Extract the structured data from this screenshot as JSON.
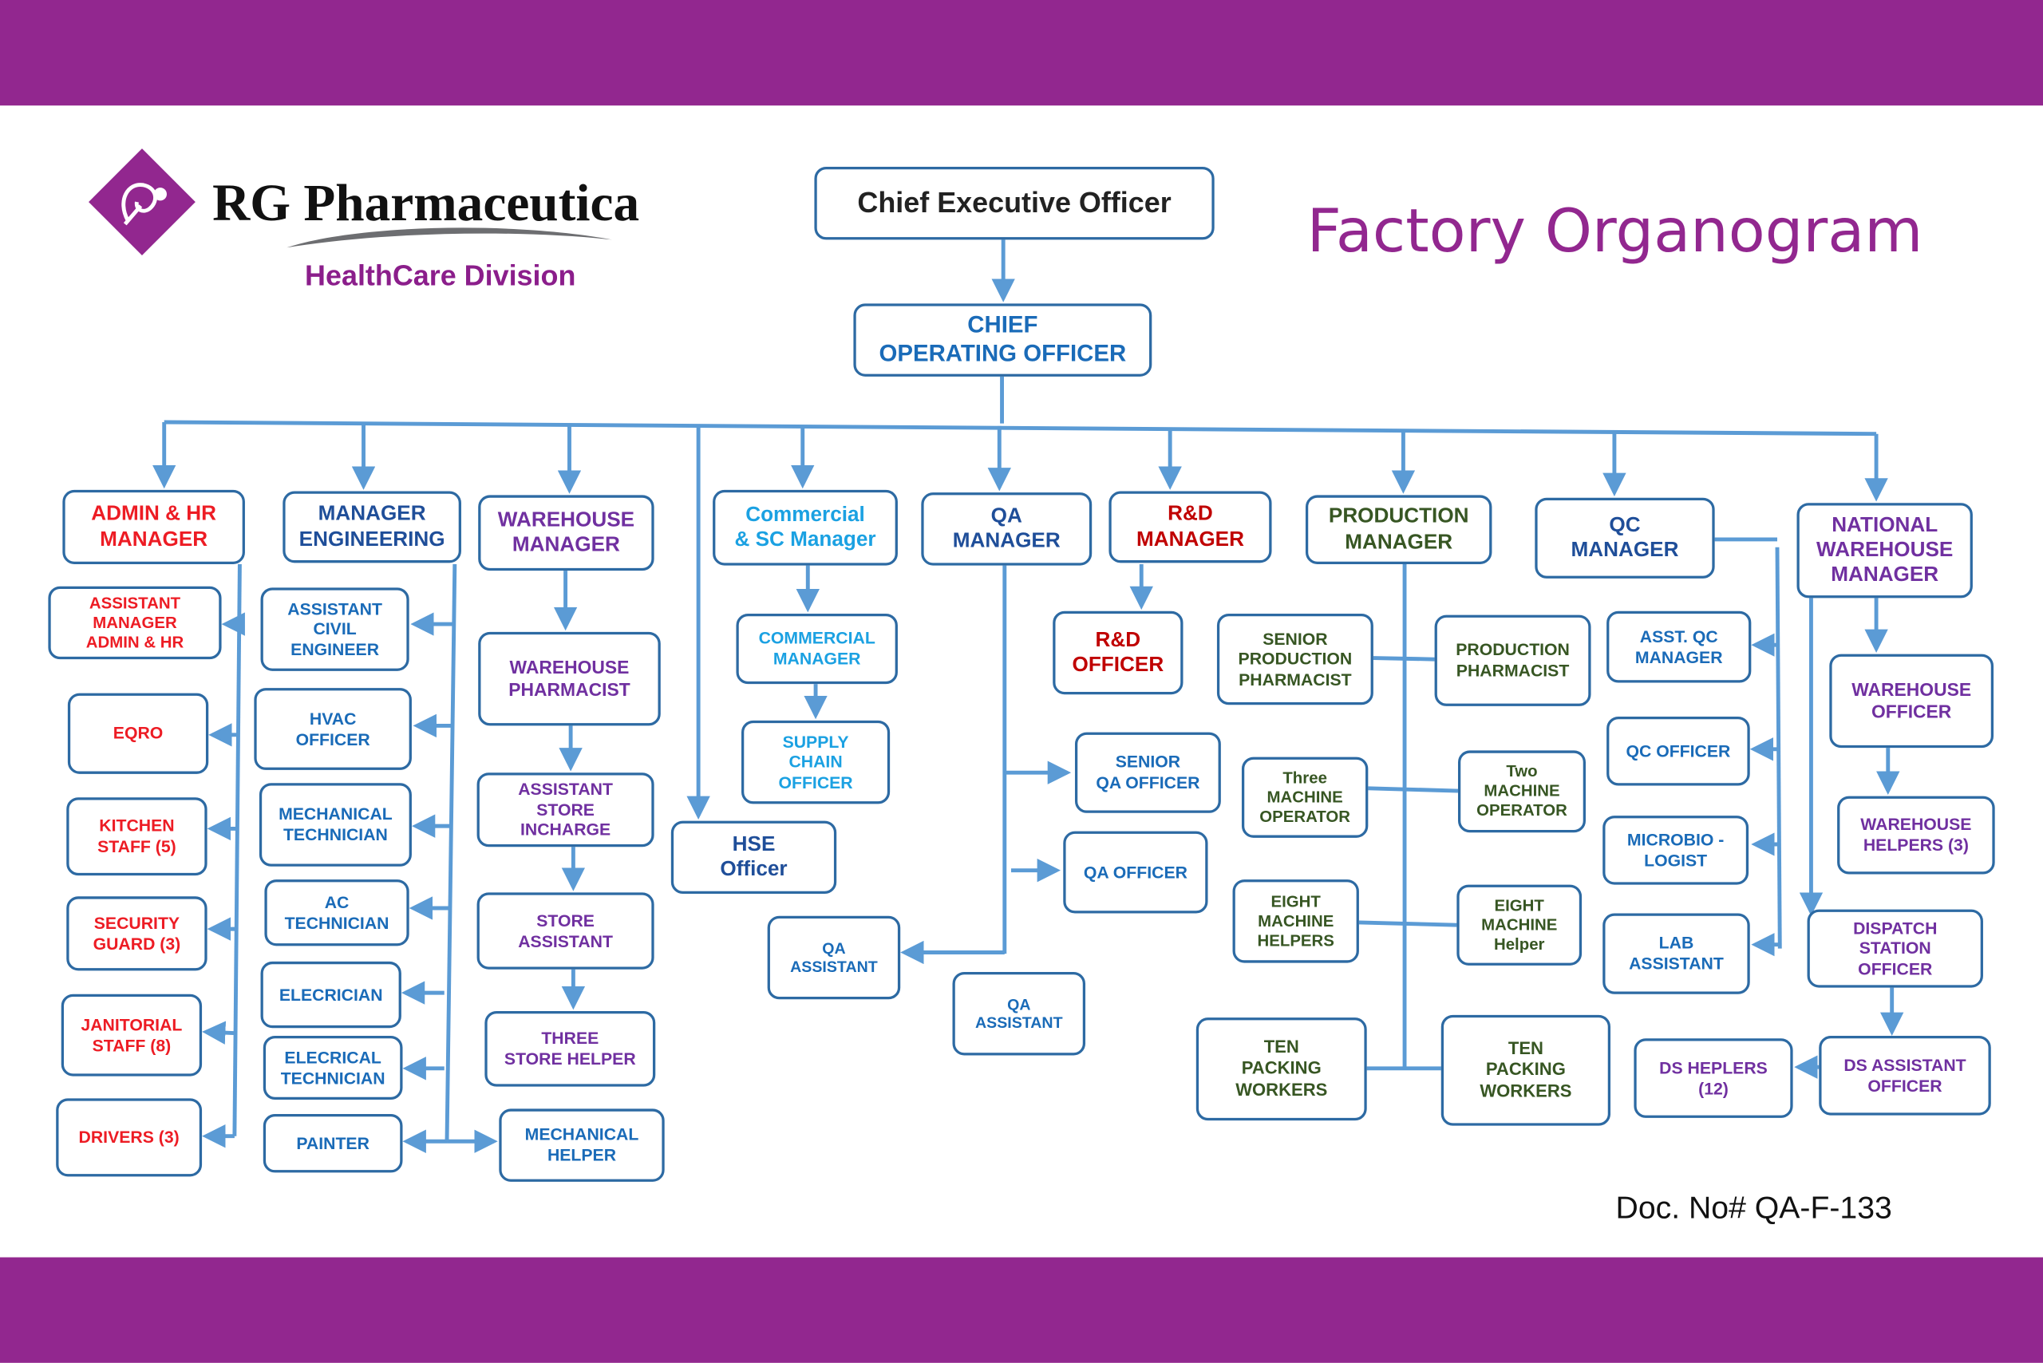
{
  "header": {
    "company_name": "RG Pharmaceutica",
    "division": "HealthCare Division",
    "title": "Factory Organogram",
    "logo_icon": "purple-diamond-flower-logo"
  },
  "footer": {
    "doc_no": "Doc. No# QA-F-133"
  },
  "colors": {
    "band": "#92278f",
    "box_border": "#2d6aa3",
    "connector": "#5b9bd5",
    "red": "#ed1c24",
    "dark_red": "#c00000",
    "navy": "#1f4e99",
    "blue": "#1a6bb8",
    "purple": "#7030a0",
    "green": "#375623",
    "cyan": "#1ba1e2",
    "black": "#222222"
  },
  "boxes": [
    {
      "id": "ceo",
      "lines": [
        "Chief Executive Officer"
      ],
      "color": "black"
    },
    {
      "id": "coo",
      "lines": [
        "CHIEF",
        "OPERATING OFFICER"
      ],
      "color": "blue"
    },
    {
      "id": "admin-hr-manager",
      "lines": [
        "ADMIN & HR",
        "MANAGER"
      ],
      "color": "red"
    },
    {
      "id": "manager-engineering",
      "lines": [
        "MANAGER",
        "ENGINEERING"
      ],
      "color": "navy"
    },
    {
      "id": "warehouse-manager",
      "lines": [
        "WAREHOUSE",
        "MANAGER"
      ],
      "color": "purple"
    },
    {
      "id": "commercial-sc-manager",
      "lines": [
        "Commercial",
        "& SC Manager"
      ],
      "color": "cyan"
    },
    {
      "id": "qa-manager",
      "lines": [
        "QA",
        "MANAGER"
      ],
      "color": "navy"
    },
    {
      "id": "rd-manager",
      "lines": [
        "R&D",
        "MANAGER"
      ],
      "color": "dark_red"
    },
    {
      "id": "production-manager",
      "lines": [
        "PRODUCTION",
        "MANAGER"
      ],
      "color": "green"
    },
    {
      "id": "qc-manager",
      "lines": [
        "QC",
        "MANAGER"
      ],
      "color": "navy"
    },
    {
      "id": "national-warehouse-manager",
      "lines": [
        "NATIONAL",
        "WAREHOUSE",
        "MANAGER"
      ],
      "color": "purple"
    },
    {
      "id": "assistant-manager-admin-hr",
      "lines": [
        "ASSISTANT",
        "MANAGER",
        "ADMIN  & HR"
      ],
      "color": "red"
    },
    {
      "id": "eqro",
      "lines": [
        "EQRO"
      ],
      "color": "red"
    },
    {
      "id": "kitchen-staff",
      "lines": [
        "KITCHEN",
        "STAFF (5)"
      ],
      "color": "red"
    },
    {
      "id": "security-guard",
      "lines": [
        "SECURITY",
        "GUARD (3)"
      ],
      "color": "red"
    },
    {
      "id": "janitorial-staff",
      "lines": [
        "JANITORIAL",
        "STAFF (8)"
      ],
      "color": "red"
    },
    {
      "id": "drivers",
      "lines": [
        "DRIVERS (3)"
      ],
      "color": "red"
    },
    {
      "id": "assistant-civil-engineer",
      "lines": [
        "ASSISTANT",
        "CIVIL",
        "ENGINEER"
      ],
      "color": "blue"
    },
    {
      "id": "hvac-officer",
      "lines": [
        "HVAC",
        "OFFICER"
      ],
      "color": "blue"
    },
    {
      "id": "mechanical-technician",
      "lines": [
        "MECHANICAL",
        "TECHNICIAN"
      ],
      "color": "blue"
    },
    {
      "id": "ac-technician",
      "lines": [
        "AC",
        "TECHNICIAN"
      ],
      "color": "blue"
    },
    {
      "id": "elecrician",
      "lines": [
        "ELECRICIAN"
      ],
      "color": "blue"
    },
    {
      "id": "elecrical-technician",
      "lines": [
        "ELECRICAL",
        "TECHNICIAN"
      ],
      "color": "blue"
    },
    {
      "id": "painter",
      "lines": [
        "PAINTER"
      ],
      "color": "blue"
    },
    {
      "id": "warehouse-pharmacist",
      "lines": [
        "WAREHOUSE",
        "PHARMACIST"
      ],
      "color": "purple"
    },
    {
      "id": "assistant-store-incharge",
      "lines": [
        "ASSISTANT",
        "STORE",
        "INCHARGE"
      ],
      "color": "purple"
    },
    {
      "id": "store-assistant",
      "lines": [
        "STORE",
        "ASSISTANT"
      ],
      "color": "purple"
    },
    {
      "id": "three-store-helper",
      "lines": [
        "THREE",
        "STORE HELPER"
      ],
      "color": "purple"
    },
    {
      "id": "mechanical-helper",
      "lines": [
        "MECHANICAL",
        "HELPER"
      ],
      "color": "blue"
    },
    {
      "id": "commercial-manager",
      "lines": [
        "COMMERCIAL",
        "MANAGER"
      ],
      "color": "cyan"
    },
    {
      "id": "supply-chain-officer",
      "lines": [
        "SUPPLY",
        "CHAIN",
        "OFFICER"
      ],
      "color": "cyan"
    },
    {
      "id": "hse-officer",
      "lines": [
        "HSE",
        "Officer"
      ],
      "color": "navy"
    },
    {
      "id": "senior-qa-officer",
      "lines": [
        "SENIOR",
        "QA OFFICER"
      ],
      "color": "blue"
    },
    {
      "id": "qa-officer",
      "lines": [
        "QA OFFICER"
      ],
      "color": "blue"
    },
    {
      "id": "qa-assistant-1",
      "lines": [
        "QA",
        "ASSISTANT"
      ],
      "color": "blue"
    },
    {
      "id": "qa-assistant-2",
      "lines": [
        "QA",
        "ASSISTANT"
      ],
      "color": "blue"
    },
    {
      "id": "rd-officer",
      "lines": [
        "R&D",
        "OFFICER"
      ],
      "color": "dark_red"
    },
    {
      "id": "senior-production-pharmacist",
      "lines": [
        "SENIOR",
        "PRODUCTION",
        "PHARMACIST"
      ],
      "color": "green"
    },
    {
      "id": "production-pharmacist",
      "lines": [
        "PRODUCTION",
        "PHARMACIST"
      ],
      "color": "green"
    },
    {
      "id": "three-machine-operator",
      "lines": [
        "Three",
        "MACHINE",
        "OPERATOR"
      ],
      "color": "green"
    },
    {
      "id": "two-machine-operator",
      "lines": [
        "Two",
        "MACHINE",
        "OPERATOR"
      ],
      "color": "green"
    },
    {
      "id": "eight-machine-helpers",
      "lines": [
        "EIGHT",
        "MACHINE",
        "HELPERS"
      ],
      "color": "green"
    },
    {
      "id": "eight-machine-helper",
      "lines": [
        "EIGHT",
        "MACHINE",
        "Helper"
      ],
      "color": "green"
    },
    {
      "id": "ten-packing-workers-1",
      "lines": [
        "TEN",
        "PACKING",
        "WORKERS"
      ],
      "color": "green"
    },
    {
      "id": "ten-packing-workers-2",
      "lines": [
        "TEN",
        "PACKING",
        "WORKERS"
      ],
      "color": "green"
    },
    {
      "id": "asst-qc-manager",
      "lines": [
        "ASST. QC",
        "MANAGER"
      ],
      "color": "blue"
    },
    {
      "id": "qc-officer",
      "lines": [
        "QC OFFICER"
      ],
      "color": "blue"
    },
    {
      "id": "microbiologist",
      "lines": [
        "MICROBIO -",
        "LOGIST"
      ],
      "color": "blue"
    },
    {
      "id": "lab-assistant",
      "lines": [
        "LAB",
        "ASSISTANT"
      ],
      "color": "blue"
    },
    {
      "id": "warehouse-officer",
      "lines": [
        "WAREHOUSE",
        "OFFICER"
      ],
      "color": "purple"
    },
    {
      "id": "warehouse-helpers",
      "lines": [
        "WAREHOUSE",
        "HELPERS (3)"
      ],
      "color": "purple"
    },
    {
      "id": "dispatch-station-officer",
      "lines": [
        "DISPATCH",
        "STATION",
        "OFFICER"
      ],
      "color": "purple"
    },
    {
      "id": "ds-assistant-officer",
      "lines": [
        "DS ASSISTANT",
        "OFFICER"
      ],
      "color": "purple"
    },
    {
      "id": "ds-helpers",
      "lines": [
        "DS  HEPLERS",
        "(12)"
      ],
      "color": "purple"
    }
  ]
}
